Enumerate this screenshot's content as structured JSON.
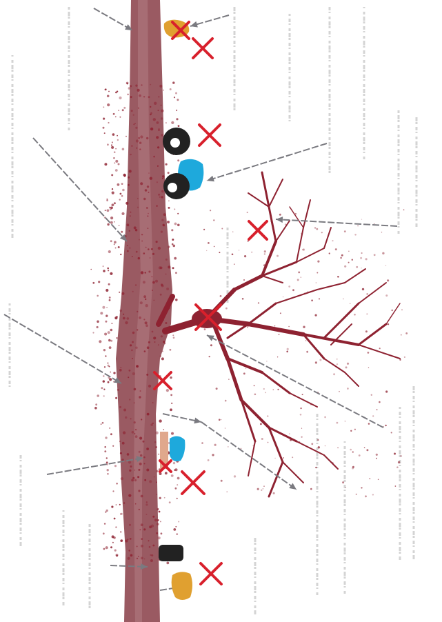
{
  "figure": {
    "stem_color": "#9a5a62",
    "stem_dark": "#7a2f3a",
    "branch_color": "#8e2231",
    "cross_color": "#d8202c",
    "arrow_color": "#7a7a80",
    "faint_text_color": "#d4d4d4",
    "markers": [
      {
        "kind": "orange",
        "color": "#e0a030"
      },
      {
        "kind": "black-ring",
        "color": "#222222"
      },
      {
        "kind": "cyan",
        "color": "#1ea9dc"
      },
      {
        "kind": "black-ring",
        "color": "#222222"
      },
      {
        "kind": "cyan",
        "color": "#1ea9dc"
      },
      {
        "kind": "black",
        "color": "#2a2a2a"
      },
      {
        "kind": "orange",
        "color": "#e0a030"
      }
    ]
  }
}
